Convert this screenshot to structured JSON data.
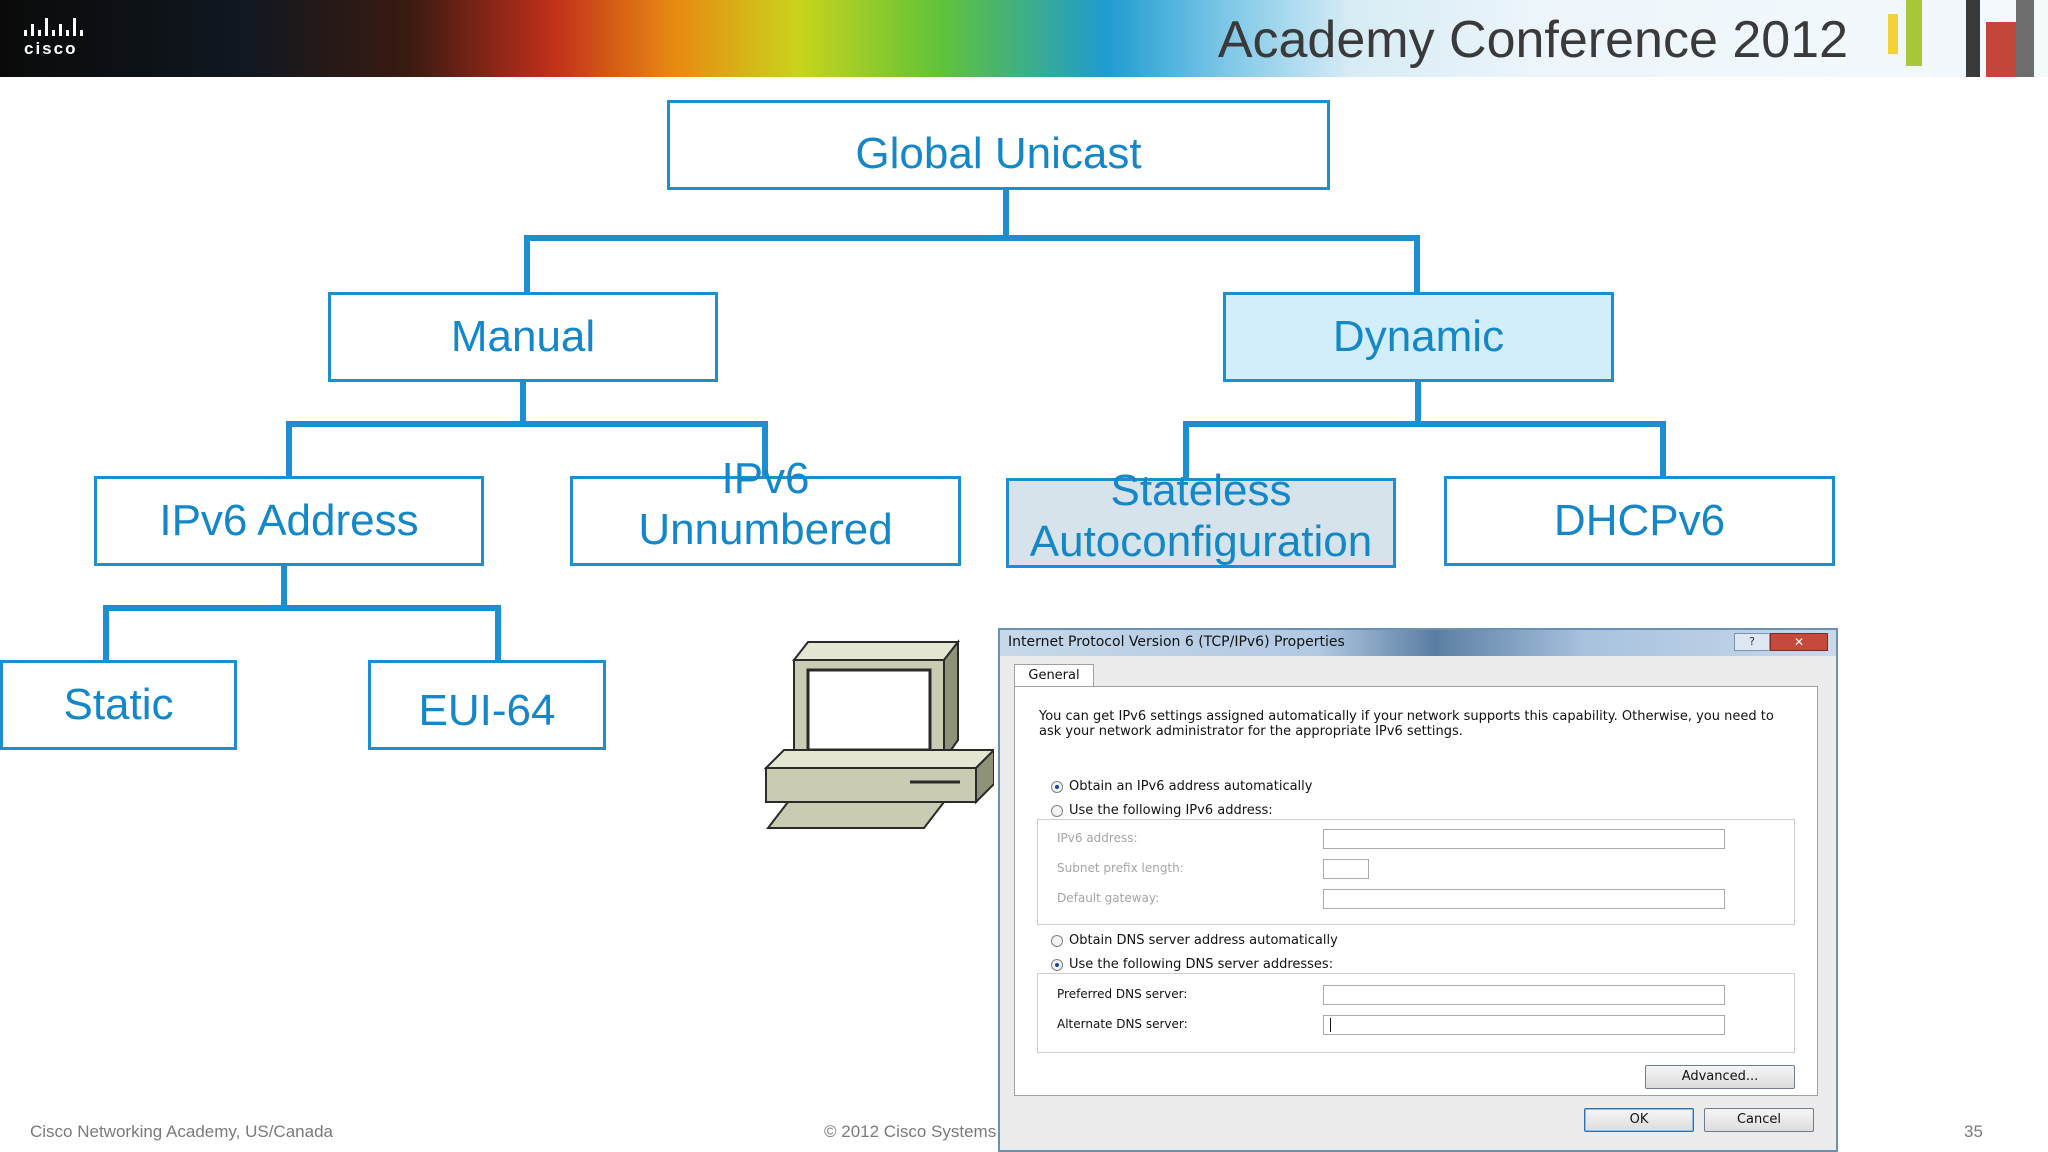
{
  "header": {
    "brand": "cisco",
    "title": "Academy Conference 2012"
  },
  "diagram": {
    "root": "Global Unicast",
    "manual": "Manual",
    "dynamic": "Dynamic",
    "ipv6_address": "IPv6 Address",
    "ipv6_unnumbered_1": "IPv6",
    "ipv6_unnumbered_2": "Unnumbered",
    "stateless_1": "Stateless",
    "stateless_2": "Autoconfiguration",
    "dhcpv6": "DHCPv6",
    "static": "Static",
    "eui64": "EUI-64"
  },
  "dialog": {
    "title": "Internet Protocol Version 6 (TCP/IPv6) Properties",
    "help_glyph": "?",
    "close_glyph": "✕",
    "tab_general": "General",
    "description": "You can get IPv6 settings assigned automatically if your network supports this capability. Otherwise, you need to ask your network administrator for the appropriate IPv6 settings.",
    "obtain_ipv6_auto": "Obtain an IPv6 address automatically",
    "use_following_ipv6": "Use the following IPv6 address:",
    "ipv6_address_label": "IPv6 address:",
    "subnet_prefix_label": "Subnet prefix length:",
    "default_gateway_label": "Default gateway:",
    "obtain_dns_auto": "Obtain DNS server address automatically",
    "use_following_dns": "Use the following DNS server addresses:",
    "preferred_dns_label": "Preferred DNS server:",
    "alternate_dns_label": "Alternate DNS server:",
    "advanced_button": "Advanced...",
    "ok_button": "OK",
    "cancel_button": "Cancel"
  },
  "footer": {
    "left": "Cisco Networking Academy, US/Canada",
    "center": "© 2012 Cisco Systems",
    "page": "35"
  },
  "colors": {
    "box_border": "#1b8fd0",
    "box_text": "#1387c8",
    "connector": "#1b8fd0",
    "dynamic_fill": "#d3eefb"
  }
}
